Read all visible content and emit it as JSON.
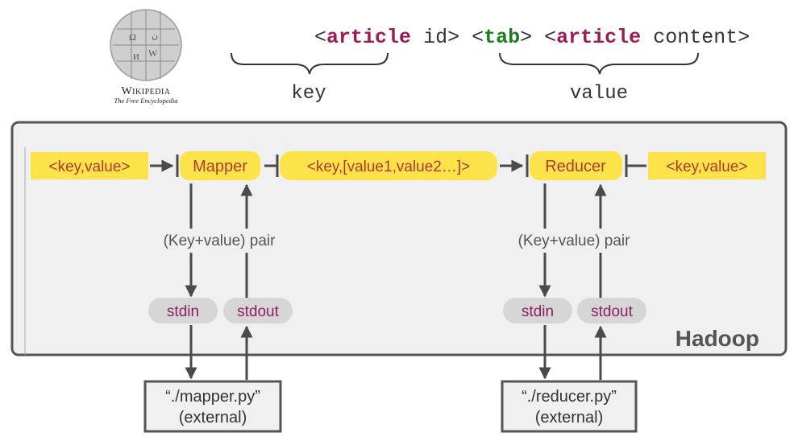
{
  "header": {
    "logo": {
      "wordmark": "Wikipedia",
      "tagline": "The Free Encyclopedia",
      "icon": "wikipedia-puzzle-globe-icon"
    },
    "format": {
      "open1": "<",
      "kw1": "article",
      "rest1": " id>",
      "tab_open": " <",
      "tab_kw": "tab",
      "tab_close": ">",
      "open2": " <",
      "kw2": "article",
      "rest2": " content>",
      "key_label": "key",
      "value_label": "value"
    }
  },
  "hadoop": {
    "label": "Hadoop",
    "input_kv": "<key,value>",
    "mapper": "Mapper",
    "grouped_kv": "<key,[value1,value2…]>",
    "reducer": "Reducer",
    "output_kv": "<key,value>",
    "mapper_pair_label": "(Key+value) pair",
    "reducer_pair_label": "(Key+value) pair",
    "mapper_stdin": "stdin",
    "mapper_stdout": "stdout",
    "reducer_stdin": "stdin",
    "reducer_stdout": "stdout"
  },
  "external": {
    "mapper_file": "“./mapper.py”",
    "mapper_note": "(external)",
    "reducer_file": "“./reducer.py”",
    "reducer_note": "(external)"
  },
  "colors": {
    "keyword": "#9b1b55",
    "tab_keyword": "#1a7f1a",
    "plain_code": "#333333",
    "highlight": "#fce34a",
    "box_text": "#b23a2a",
    "stream_text": "#8c1f5e",
    "stream_pill": "#d6d6d6",
    "panel_bg": "#f0f0f0",
    "panel_border": "#555555",
    "arrow": "#4a4a4a"
  }
}
